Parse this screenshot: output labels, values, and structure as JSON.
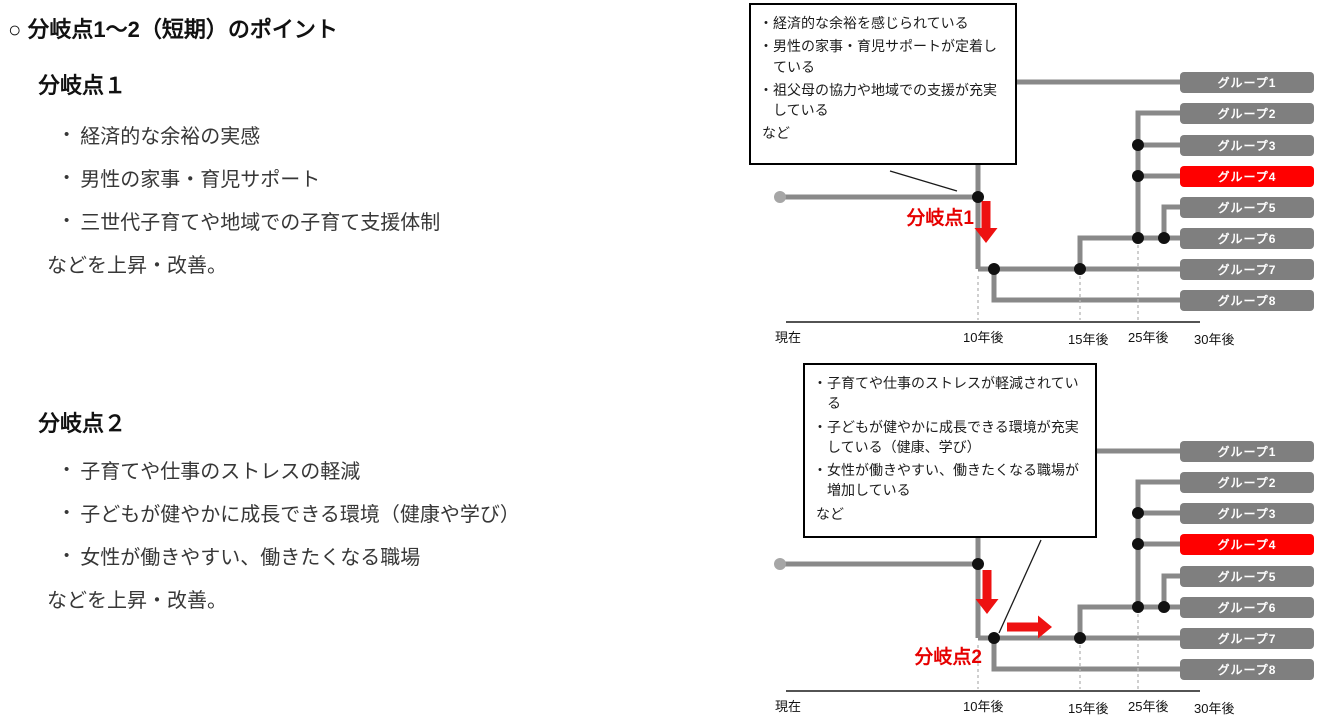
{
  "title": "○ 分岐点1～2（短期）のポイント",
  "sections": [
    {
      "heading": "分岐点１",
      "bullets": [
        "経済的な余裕の実感",
        "男性の家事・育児サポート",
        "三世代子育てや地域での子育て支援体制"
      ],
      "tail": "などを上昇・改善。"
    },
    {
      "heading": "分岐点２",
      "bullets": [
        "子育てや仕事のストレスの軽減",
        "子どもが健やかに成長できる環境（健康や学び）",
        "女性が働きやすい、働きたくなる職場"
      ],
      "tail": "などを上昇・改善。"
    }
  ],
  "diagrams": [
    {
      "branch_label": "分岐点1",
      "callout_bullets": [
        "経済的な余裕を感じられている",
        "男性の家事・育児サポートが定着している",
        "祖父母の協力や地域での支援が充実している"
      ],
      "callout_footer": "など",
      "groups": [
        "グループ1",
        "グループ2",
        "グループ3",
        "グループ4",
        "グループ5",
        "グループ6",
        "グループ7",
        "グループ8"
      ],
      "highlighted_group": "グループ4",
      "axis_labels": [
        "現在",
        "10年後",
        "15年後",
        "25年後",
        "30年後"
      ]
    },
    {
      "branch_label": "分岐点2",
      "callout_bullets": [
        "子育てや仕事のストレスが軽減されている",
        "子どもが健やかに成長できる環境が充実している（健康、学び）",
        "女性が働きやすい、働きたくなる職場が増加している"
      ],
      "callout_footer": "など",
      "groups": [
        "グループ1",
        "グループ2",
        "グループ3",
        "グループ4",
        "グループ5",
        "グループ6",
        "グループ7",
        "グループ8"
      ],
      "highlighted_group": "グループ4",
      "axis_labels": [
        "現在",
        "10年後",
        "15年後",
        "25年後",
        "30年後"
      ]
    }
  ],
  "colors": {
    "group_box_gray": "#7f7f7f",
    "highlight_red": "#ff0000",
    "branch_label_red": "#e60000",
    "line_gray": "#898989",
    "arrow_red": "#ee1111"
  }
}
